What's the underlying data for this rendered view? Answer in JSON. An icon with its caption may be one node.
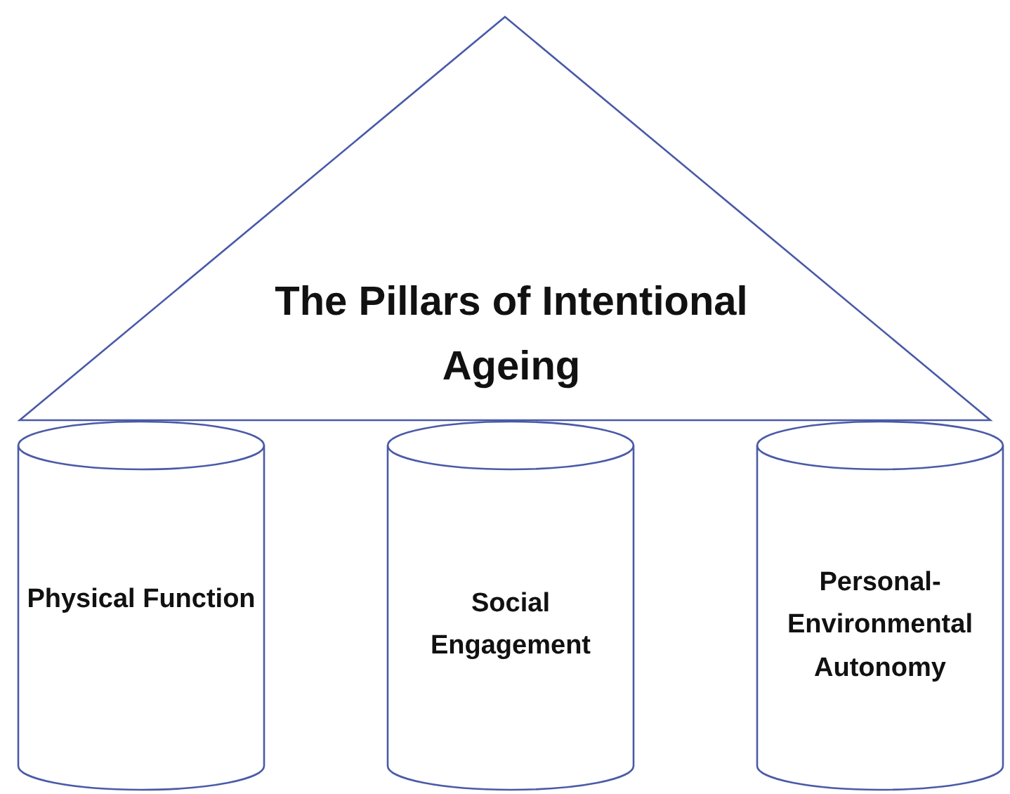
{
  "diagram": {
    "nodes": [
      {
        "text": [
          "The Pillars of Intentional Ageing"
        ]
      },
      {
        "text": [
          "Physical Function"
        ]
      },
      {
        "text": [
          "Social Engagement"
        ]
      },
      {
        "text": [
          "Personal- Environmental Autonomy"
        ]
      }
    ]
  }
}
